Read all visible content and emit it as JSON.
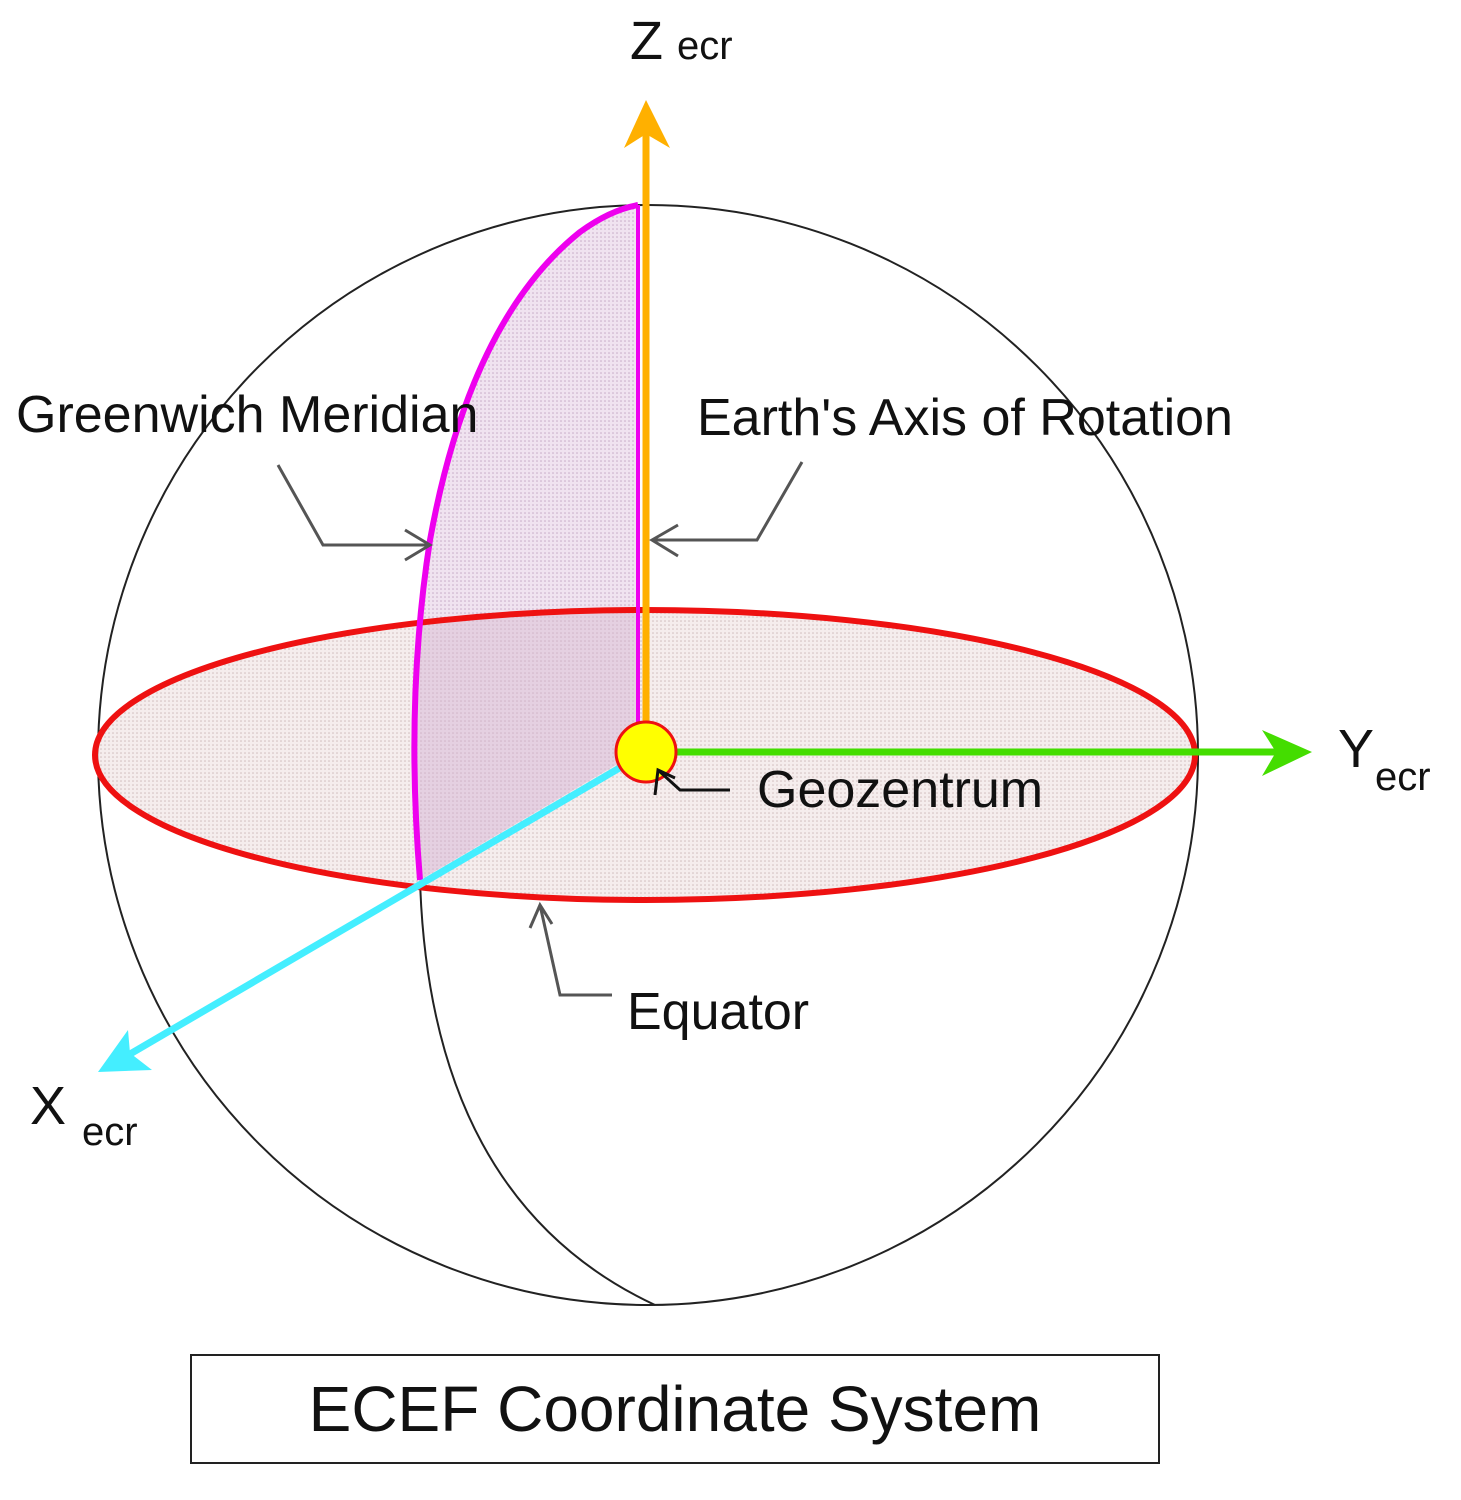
{
  "title": "ECEF Coordinate System",
  "labels": {
    "z_axis": "Z",
    "y_axis": "Y",
    "x_axis": "X",
    "axis_subscript": "ecr",
    "greenwich": "Greenwich Meridian",
    "rotation_axis": "Earth's Axis of Rotation",
    "geocenter": "Geozentrum",
    "equator": "Equator"
  },
  "colors": {
    "z_axis": "#ffb000",
    "y_axis": "#44dd00",
    "x_axis": "#44eeff",
    "equator": "#ee1111",
    "meridian": "#ee00ee",
    "geocenter": "#ffff00"
  }
}
